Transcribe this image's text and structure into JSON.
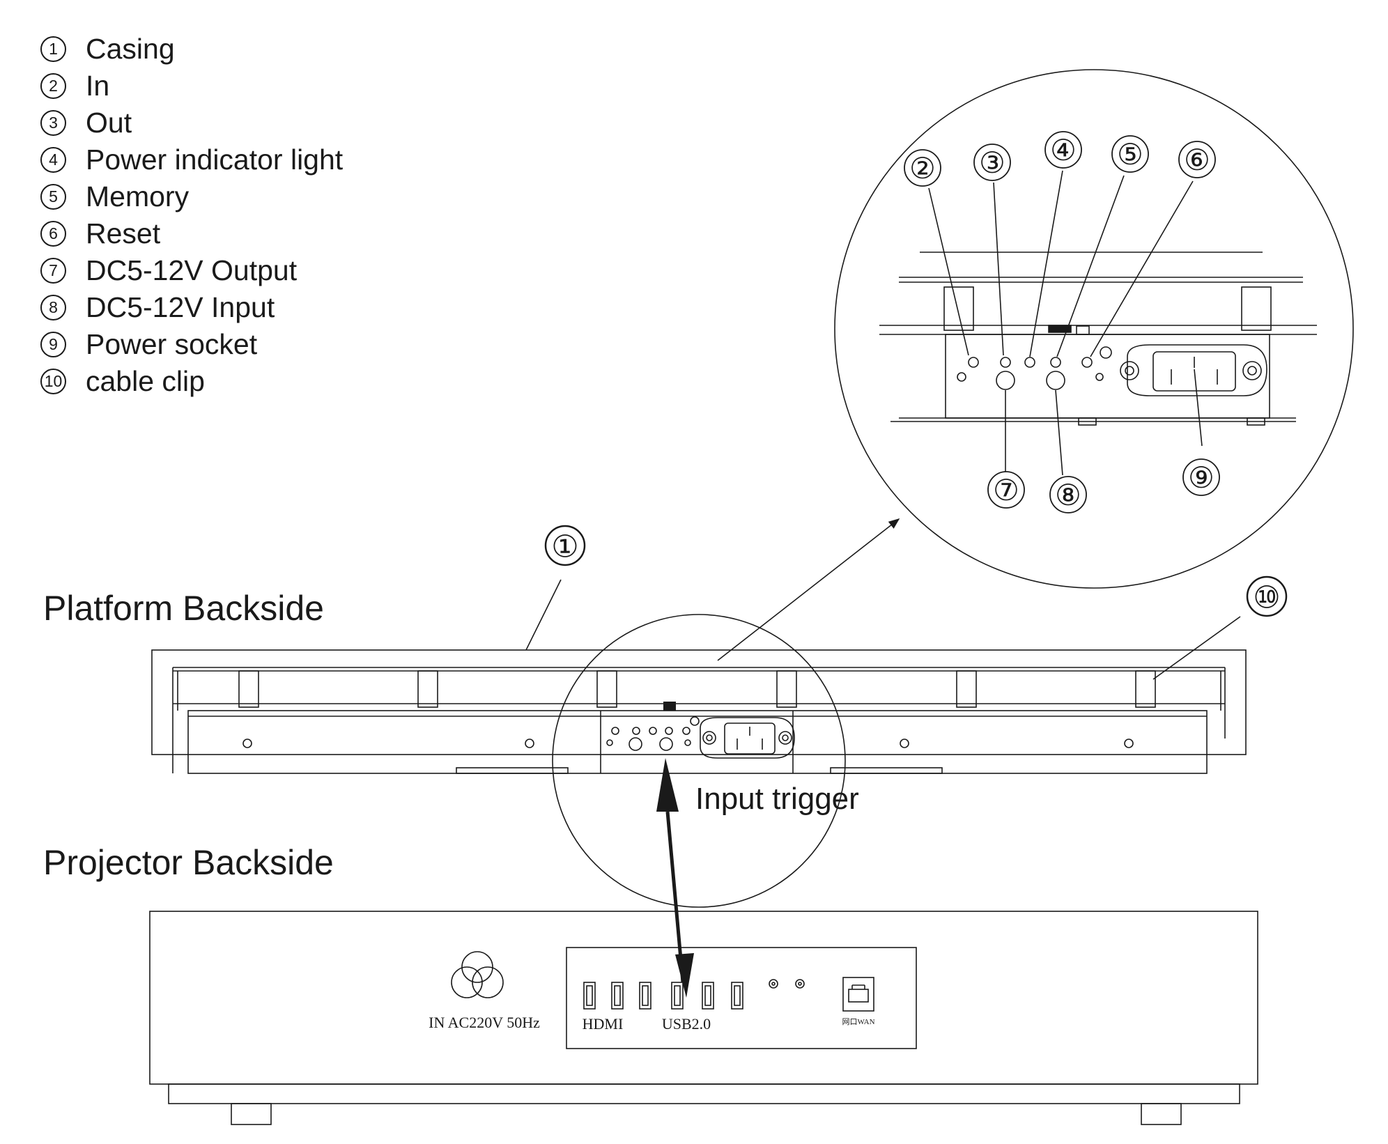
{
  "legend": [
    {
      "num": "1",
      "label": "Casing"
    },
    {
      "num": "2",
      "label": "In"
    },
    {
      "num": "3",
      "label": "Out"
    },
    {
      "num": "4",
      "label": "Power indicator light"
    },
    {
      "num": "5",
      "label": "Memory"
    },
    {
      "num": "6",
      "label": "Reset"
    },
    {
      "num": "7",
      "label": "DC5-12V Output"
    },
    {
      "num": "8",
      "label": "DC5-12V Input"
    },
    {
      "num": "9",
      "label": "Power socket"
    },
    {
      "num": "10",
      "label": "cable clip"
    }
  ],
  "platform": {
    "title": "Platform Backside"
  },
  "projector": {
    "title": "Projector Backside",
    "power_label": "IN AC220V 50Hz",
    "hdmi_label": "HDMI",
    "usb_label": "USB2.0",
    "wan_label": "网口WAN"
  },
  "trigger_label": "Input trigger",
  "callouts": {
    "c1": "①",
    "c2": "②",
    "c3": "③",
    "c4": "④",
    "c5": "⑤",
    "c6": "⑥",
    "c7": "⑦",
    "c8": "⑧",
    "c9": "⑨",
    "c10": "⑩"
  }
}
